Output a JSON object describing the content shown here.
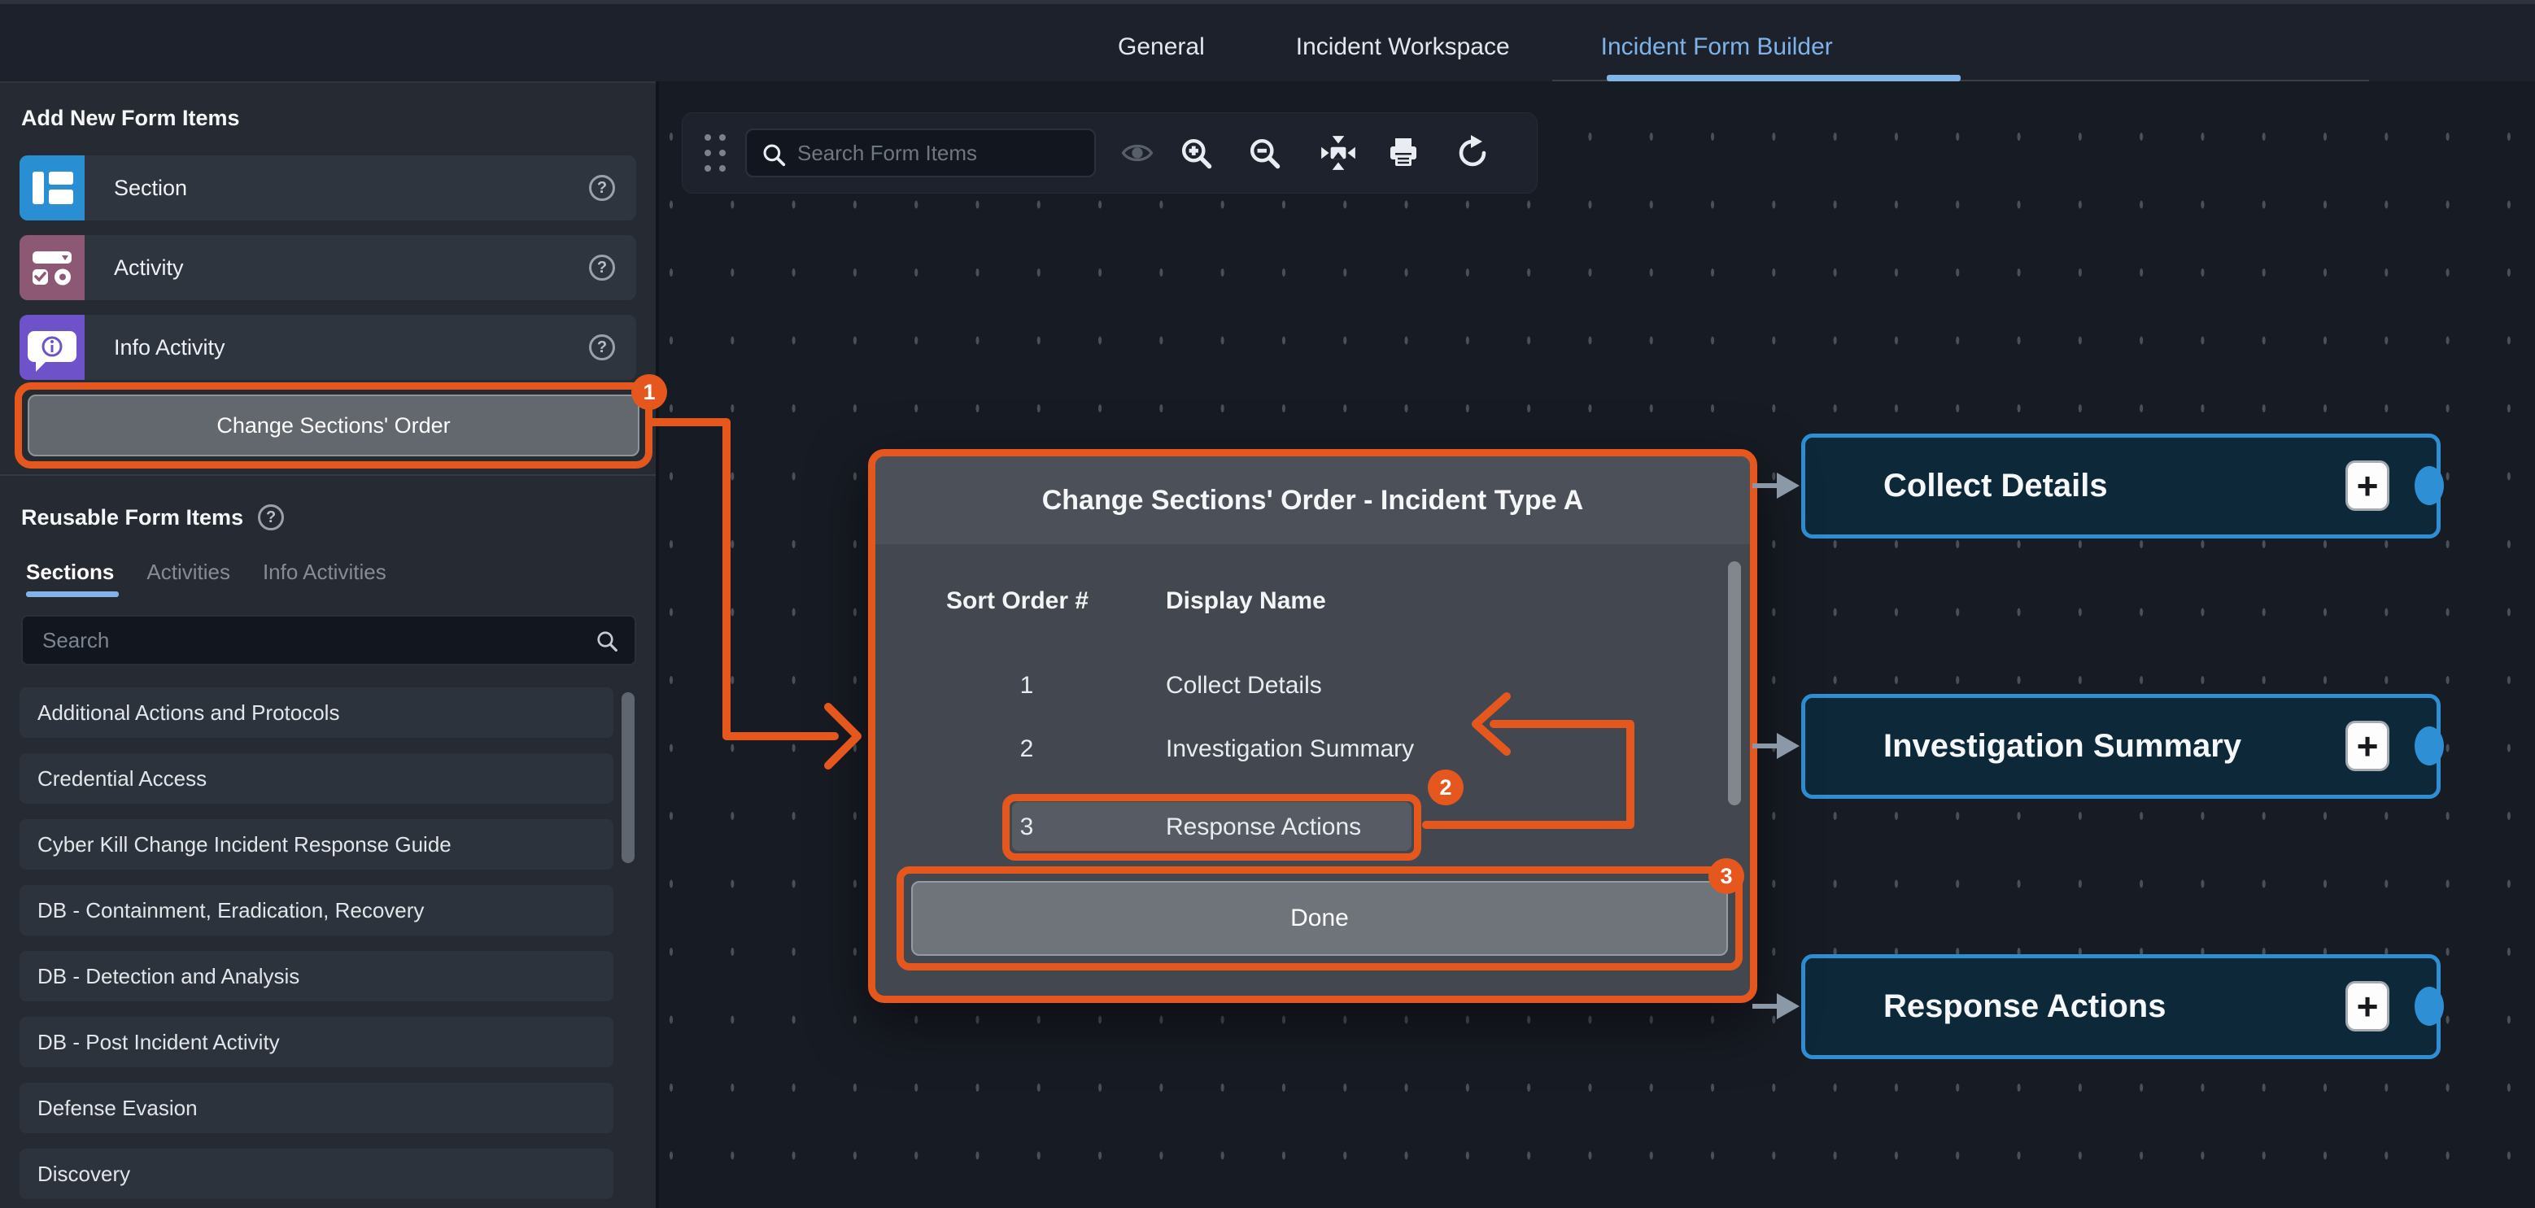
{
  "header": {
    "tabs": [
      {
        "label": "General"
      },
      {
        "label": "Incident Workspace"
      },
      {
        "label": "Incident Form Builder"
      }
    ]
  },
  "sidebar": {
    "add_heading": "Add New Form Items",
    "form_items": [
      {
        "label": "Section"
      },
      {
        "label": "Activity"
      },
      {
        "label": "Info Activity"
      }
    ],
    "change_order_button": "Change Sections' Order",
    "reusable_heading": "Reusable Form Items",
    "reusable_tabs": [
      {
        "label": "Sections"
      },
      {
        "label": "Activities"
      },
      {
        "label": "Info Activities"
      }
    ],
    "search_placeholder": "Search",
    "sections_list": [
      "Additional Actions and Protocols",
      "Credential Access",
      "Cyber Kill Change Incident Response Guide",
      "DB - Containment, Eradication, Recovery",
      "DB - Detection and Analysis",
      "DB - Post Incident Activity",
      "Defense Evasion",
      "Discovery"
    ]
  },
  "toolbar": {
    "search_placeholder": "Search Form Items"
  },
  "modal": {
    "title": "Change Sections' Order - Incident Type A",
    "columns": [
      "Sort Order #",
      "Display Name"
    ],
    "rows": [
      {
        "order": "1",
        "name": "Collect Details"
      },
      {
        "order": "2",
        "name": "Investigation Summary"
      },
      {
        "order": "3",
        "name": "Response Actions"
      }
    ],
    "done_button": "Done"
  },
  "canvas": {
    "nodes": [
      {
        "label": "Collect Details"
      },
      {
        "label": "Investigation Summary"
      },
      {
        "label": "Response Actions"
      }
    ]
  },
  "annotations": {
    "step1": "1",
    "step2": "2",
    "step3": "3"
  },
  "icons": {
    "help": "?",
    "plus": "+"
  },
  "colors": {
    "annotation_orange": "#e6571d",
    "node_blue": "#2f8fd4",
    "tab_active_blue": "#82b4e8"
  }
}
